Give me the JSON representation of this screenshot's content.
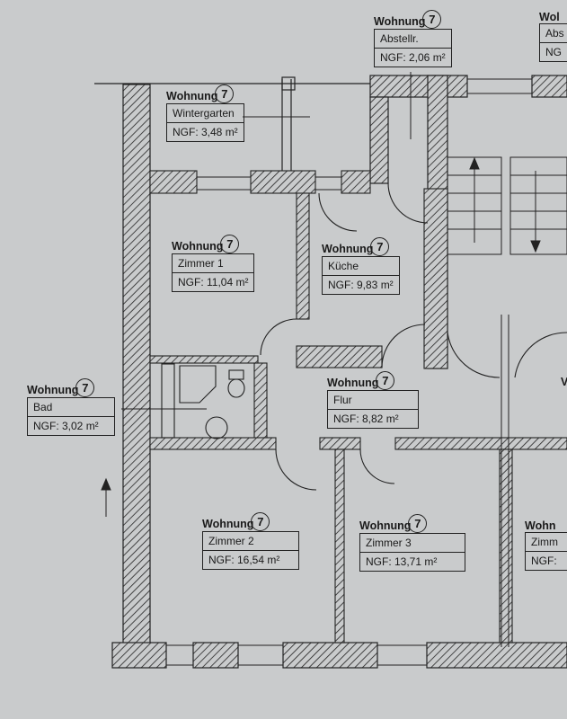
{
  "apartment_marker": "7",
  "rooms": [
    {
      "id": "abstellraum",
      "heading": "Wohnung",
      "name": "Abstellr.",
      "area": "NGF: 2,06 m²"
    },
    {
      "id": "wintergarten",
      "heading": "Wohnung",
      "name": "Wintergarten",
      "area": "NGF: 3,48 m²"
    },
    {
      "id": "zimmer1",
      "heading": "Wohnung",
      "name": "Zimmer 1",
      "area": "NGF: 11,04 m²"
    },
    {
      "id": "kueche",
      "heading": "Wohnung",
      "name": "Küche",
      "area": "NGF: 9,83 m²"
    },
    {
      "id": "bad",
      "heading": "Wohnung",
      "name": "Bad",
      "area": "NGF: 3,02 m²"
    },
    {
      "id": "flur",
      "heading": "Wohnung",
      "name": "Flur",
      "area": "NGF: 8,82 m²"
    },
    {
      "id": "zimmer2",
      "heading": "Wohnung",
      "name": "Zimmer 2",
      "area": "NGF: 16,54 m²"
    },
    {
      "id": "zimmer3",
      "heading": "Wohnung",
      "name": "Zimmer 3",
      "area": "NGF: 13,71 m²"
    }
  ],
  "cropped_labels": {
    "top_right_heading": "Wol",
    "top_right_name": "Abs",
    "top_right_area": "NG",
    "right_heading": "Wohn",
    "right_name": "Zimm",
    "right_area": "NGF:",
    "right_mid": "V"
  },
  "colors": {
    "paper": "#c9cbcc",
    "line": "#222222"
  }
}
